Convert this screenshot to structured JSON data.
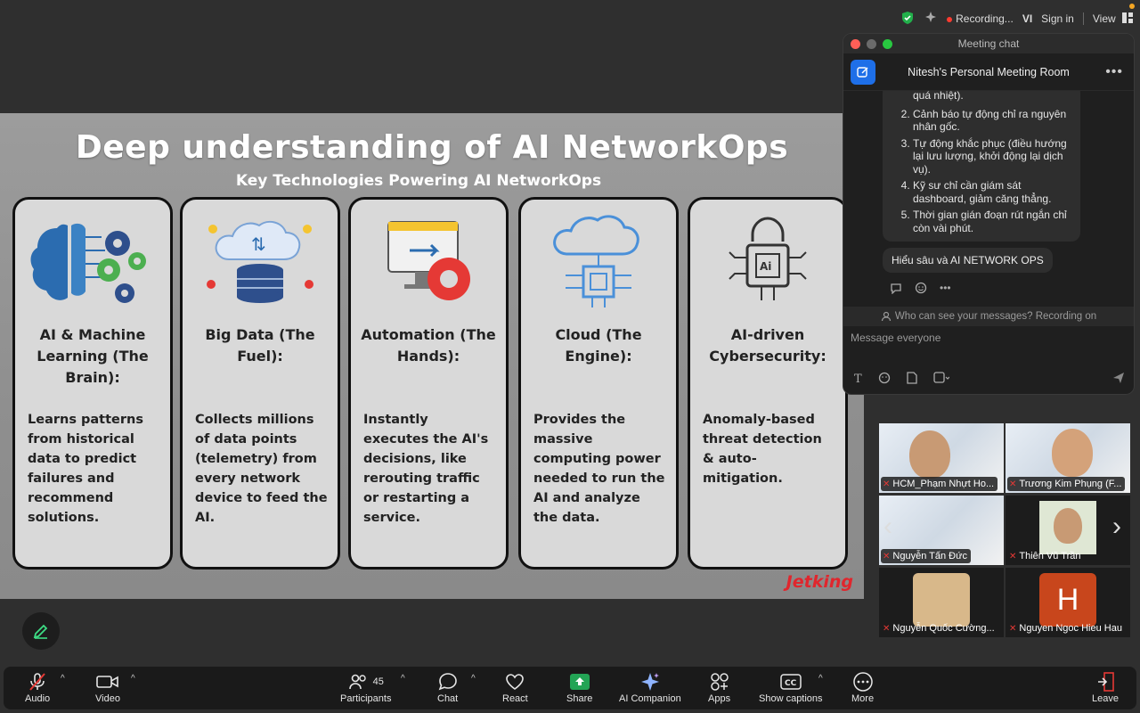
{
  "topbar": {
    "recording": "Recording...",
    "lang": "VI",
    "sign_in": "Sign in",
    "view": "View"
  },
  "slide": {
    "title": "Deep understanding of AI NetworkOps",
    "subtitle": "Key Technologies Powering AI NetworkOps",
    "brand": "Jetking",
    "cards": [
      {
        "title": "AI & Machine Learning (The Brain):",
        "desc": "Learns patterns from historical data to predict failures and recommend solutions."
      },
      {
        "title": "Big Data (The Fuel):",
        "desc": "Collects millions of data points (telemetry) from every network device to feed the AI."
      },
      {
        "title": "Automation (The Hands):",
        "desc": "Instantly executes the AI's decisions, like rerouting traffic or restarting a service."
      },
      {
        "title": "Cloud (The Engine):",
        "desc": "Provides the massive computing power needed to run the AI and analyze the data."
      },
      {
        "title": "AI-driven Cybersecurity:",
        "desc": "Anomaly-based threat detection & auto-mitigation."
      }
    ]
  },
  "chat": {
    "window_title": "Meeting chat",
    "room": "Nitesh's Personal Meeting Room",
    "partial_line": "quá nhiệt).",
    "list": [
      "Cảnh báo tự động chỉ ra nguyên nhân gốc.",
      "Tự động khắc phục (điều hướng lại lưu lượng, khởi động lại dịch vụ).",
      "Kỹ sư chỉ cần giám sát dashboard, giảm căng thẳng.",
      "Thời gian gián đoạn rút ngắn chỉ còn vài phút."
    ],
    "message2": "Hiểu sâu và AI NETWORK OPS",
    "who_can_see": "Who can see your messages? Recording on",
    "input_placeholder": "Message everyone"
  },
  "participants": [
    {
      "name": "HCM_Phạm Nhựt Ho..."
    },
    {
      "name": "Trương Kim Phụng (F..."
    },
    {
      "name": "Nguyễn Tấn Đức"
    },
    {
      "name": "Thiên Vũ Trần"
    },
    {
      "name": "Nguyễn Quốc Cường..."
    },
    {
      "name": "Nguyen Ngoc Hieu Hau"
    }
  ],
  "avatar_letter": "H",
  "toolbar": {
    "audio": "Audio",
    "video": "Video",
    "participants": "Participants",
    "participants_count": "45",
    "chat": "Chat",
    "react": "React",
    "share": "Share",
    "ai_companion": "AI Companion",
    "apps": "Apps",
    "captions": "Show captions",
    "more": "More",
    "leave": "Leave"
  },
  "colors": {
    "accent_blue": "#1e6fe8",
    "share_green": "#23a455",
    "record_red": "#ff3b30",
    "brand_red": "#e0262d"
  }
}
